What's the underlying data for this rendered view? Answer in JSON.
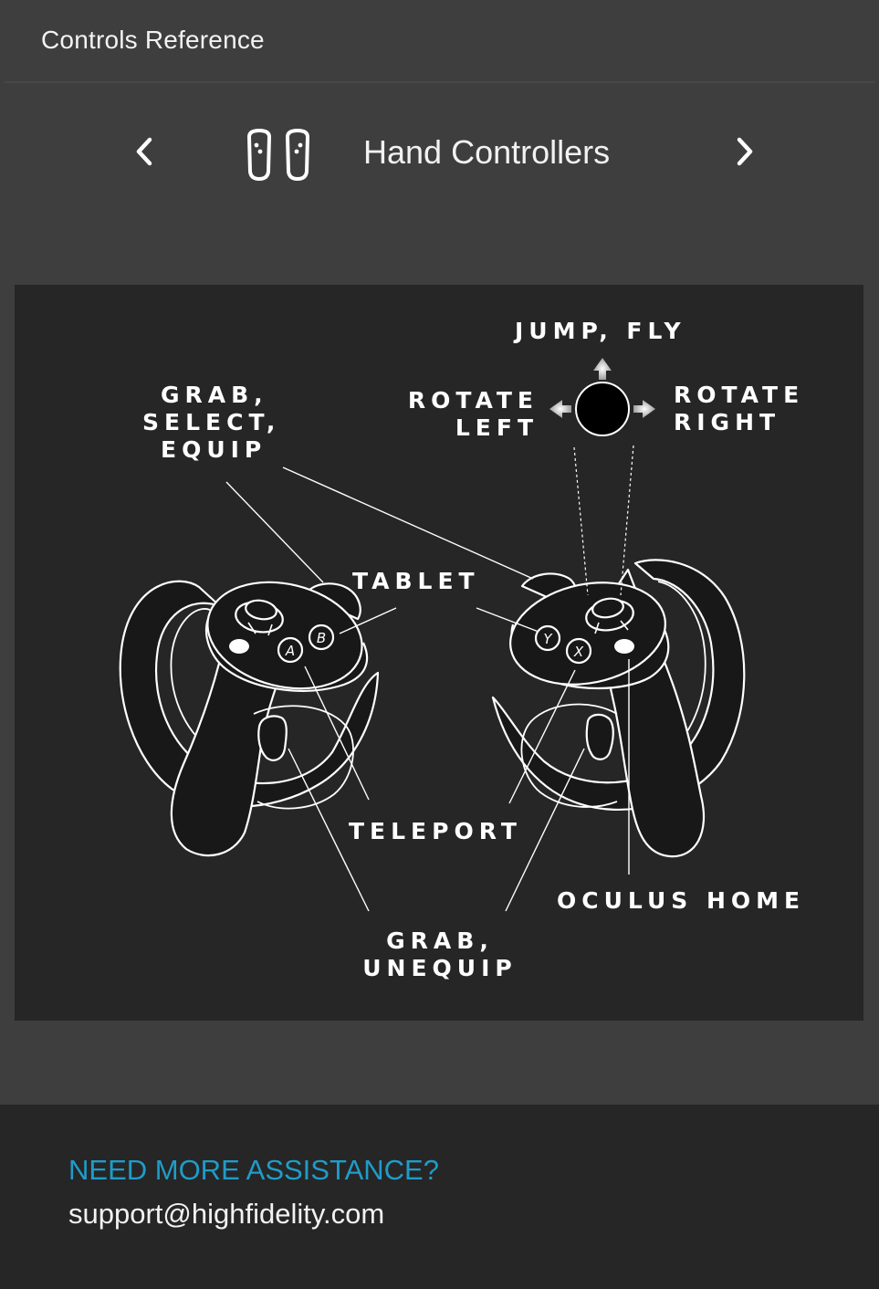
{
  "window": {
    "title": "Controls Reference"
  },
  "nav": {
    "label": "Hand Controllers",
    "prev_icon": "chevron-left-icon",
    "next_icon": "chevron-right-icon",
    "device_icon": "hand-controllers-icon"
  },
  "diagram": {
    "callouts": {
      "jump_fly": [
        "JUMP, FLY"
      ],
      "rotate_left": [
        "ROTATE",
        "LEFT"
      ],
      "rotate_right": [
        "ROTATE",
        "RIGHT"
      ],
      "grab_select_equip": [
        "GRAB,",
        "SELECT,",
        "EQUIP"
      ],
      "tablet": [
        "TABLET"
      ],
      "teleport": [
        "TELEPORT"
      ],
      "oculus_home": [
        "OCULUS HOME"
      ],
      "grab_unequip": [
        "GRAB,",
        "UNEQUIP"
      ]
    },
    "button_letters": {
      "left_a": "A",
      "left_b": "B",
      "right_x": "X",
      "right_y": "Y"
    }
  },
  "footer": {
    "heading": "NEED MORE ASSISTANCE?",
    "email": "support@highfidelity.com"
  },
  "colors": {
    "page_background": "#3e3e3e",
    "panel_background": "#262626",
    "accent": "#1f9cc9",
    "text": "#ffffff"
  }
}
